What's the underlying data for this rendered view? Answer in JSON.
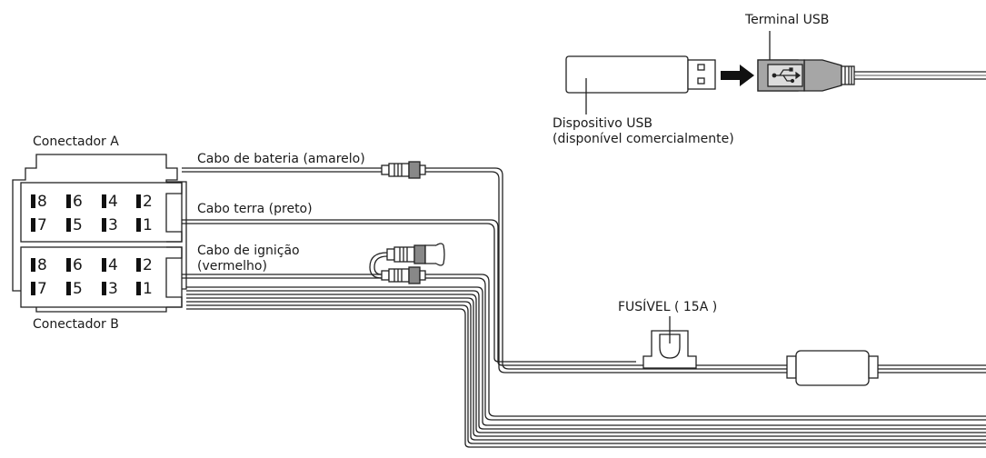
{
  "labels": {
    "terminal_usb": "Terminal USB",
    "usb_device_line1": "Dispositivo USB",
    "usb_device_line2": "(disponível comercialmente)",
    "connector_a": "Conectador A",
    "connector_b": "Conectador B",
    "battery_cable": "Cabo de bateria (amarelo)",
    "ground_cable": "Cabo terra (preto)",
    "ignition_cable_line1": "Cabo de ignição",
    "ignition_cable_line2": "(vermelho)",
    "fuse": "FUSÍVEL ( 15A )"
  },
  "connector_a_pins": {
    "top_row": [
      "8",
      "6",
      "4",
      "2"
    ],
    "bottom_row": [
      "7",
      "5",
      "3",
      "1"
    ]
  },
  "connector_b_pins": {
    "top_row": [
      "8",
      "6",
      "4",
      "2"
    ],
    "bottom_row": [
      "7",
      "5",
      "3",
      "1"
    ]
  }
}
